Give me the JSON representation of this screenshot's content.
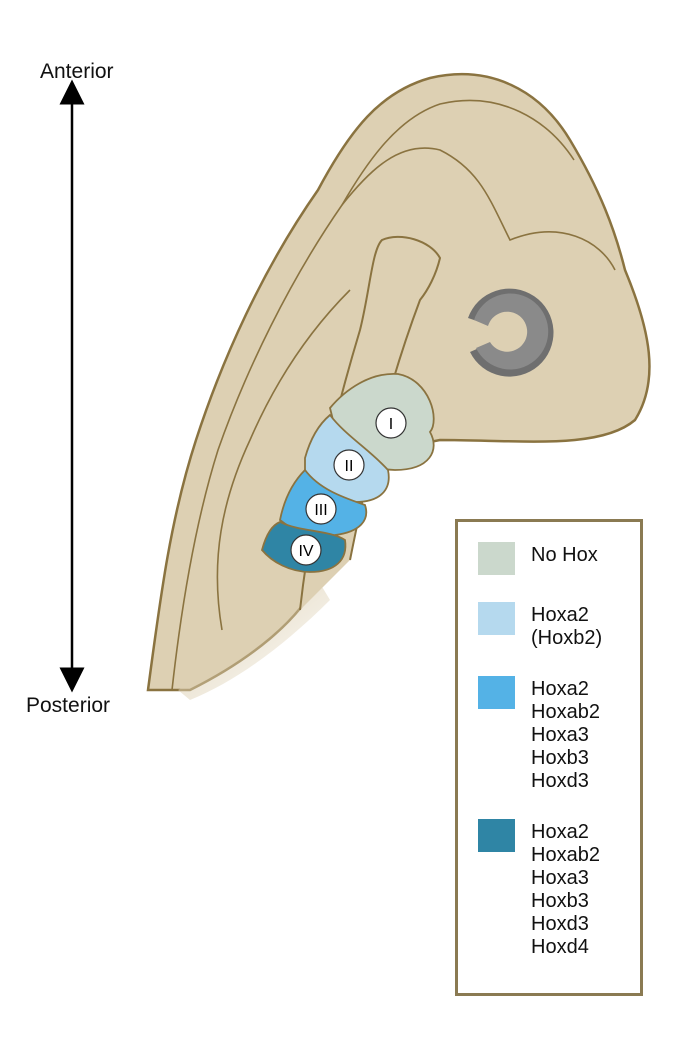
{
  "axis": {
    "anterior_label": "Anterior",
    "posterior_label": "Posterior"
  },
  "arches": [
    {
      "numeral": "I",
      "color": "#cbd8cc"
    },
    {
      "numeral": "II",
      "color": "#b5d9ee"
    },
    {
      "numeral": "III",
      "color": "#54b2e6"
    },
    {
      "numeral": "IV",
      "color": "#2f85a5"
    }
  ],
  "colors": {
    "embryo_fill": "#ddd0b3",
    "embryo_outline": "#8a7340",
    "eye": "#6f6f6f",
    "legend_border": "#8a7a52"
  },
  "legend": {
    "items": [
      {
        "color": "#cbd8cc",
        "lines": [
          "No Hox"
        ]
      },
      {
        "color": "#b5d9ee",
        "lines": [
          "Hoxa2",
          "(Hoxb2)"
        ]
      },
      {
        "color": "#54b2e6",
        "lines": [
          "Hoxa2",
          "Hoxab2",
          "Hoxa3",
          "Hoxb3",
          "Hoxd3"
        ]
      },
      {
        "color": "#2f85a5",
        "lines": [
          "Hoxa2",
          "Hoxab2",
          "Hoxa3",
          "Hoxb3",
          "Hoxd3",
          "Hoxd4"
        ]
      }
    ]
  }
}
